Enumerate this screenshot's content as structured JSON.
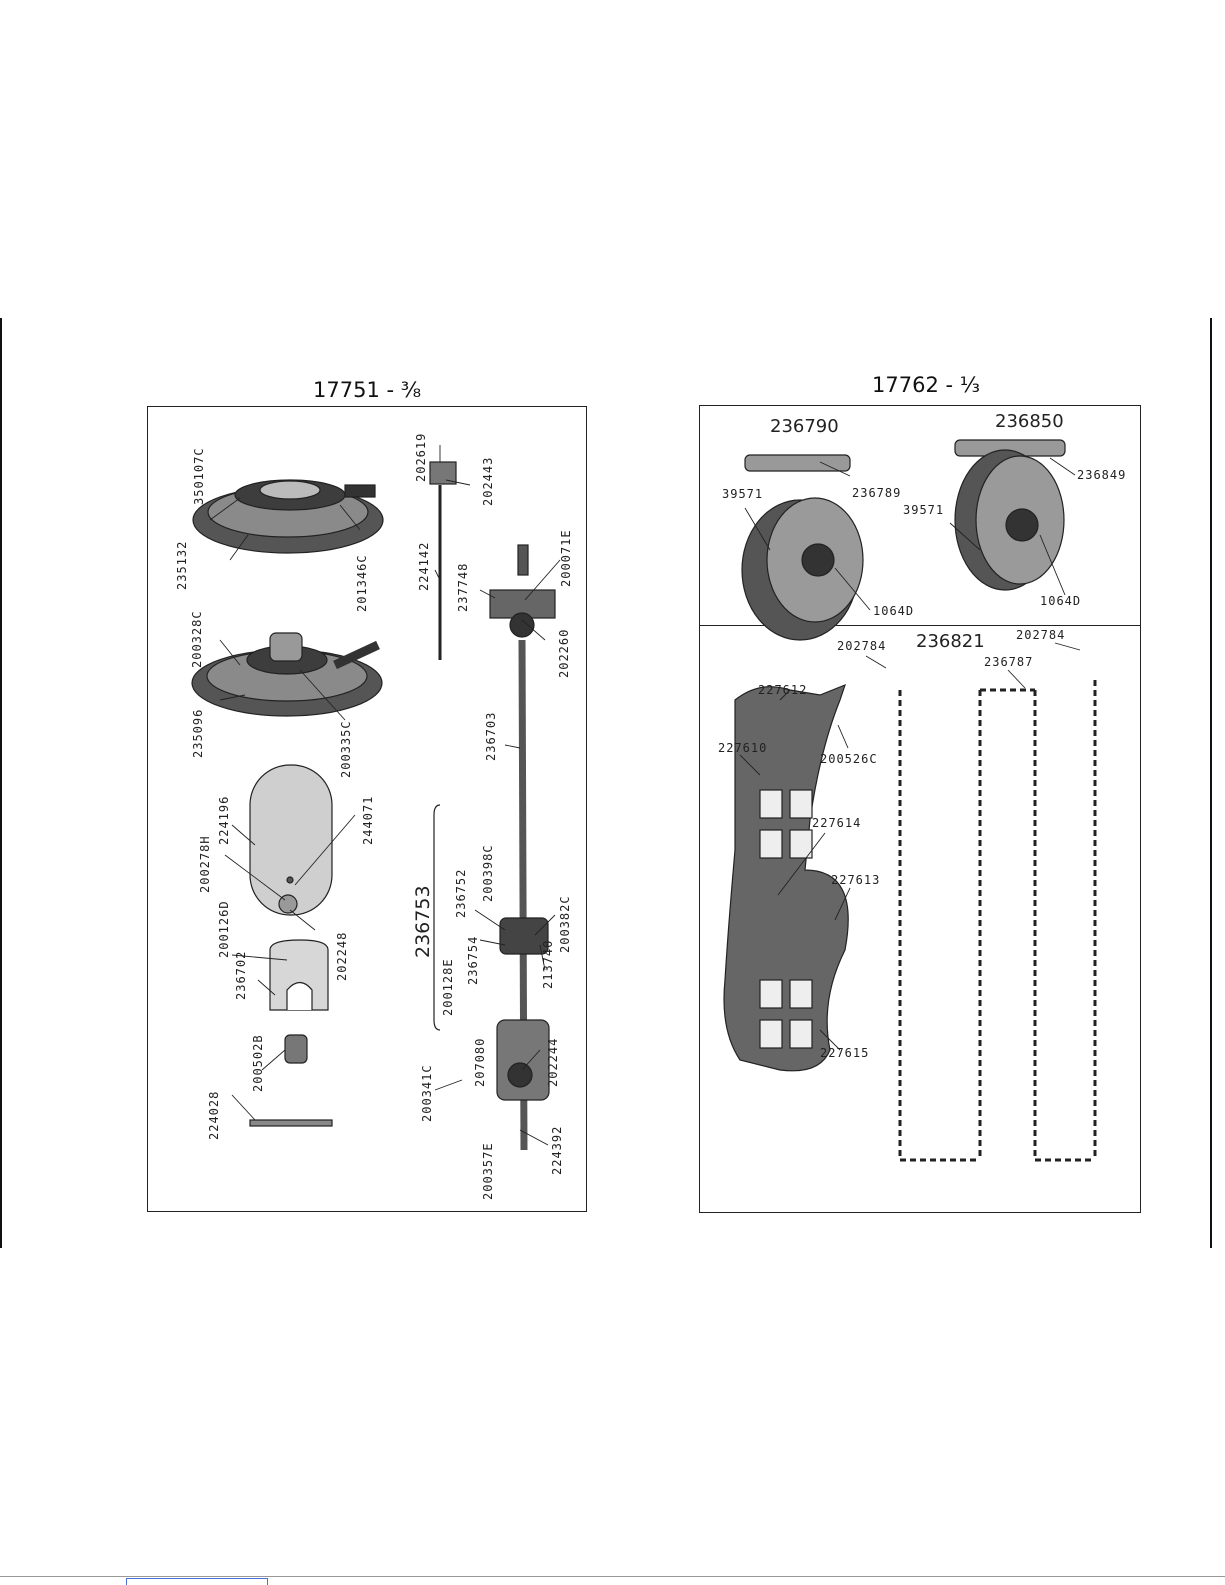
{
  "left_page": {
    "title": "17751 - ³⁄₈",
    "labels": {
      "l_350107C": "350107C",
      "l_235132": "235132",
      "l_201346C": "201346C",
      "l_200328C": "200328C",
      "l_235096": "235096",
      "l_200335C": "200335C",
      "l_224196": "224196",
      "l_200278H": "200278H",
      "l_244071": "244071",
      "l_202248": "202248",
      "l_200126D": "200126D",
      "l_236702": "236702",
      "l_200502B": "200502B",
      "l_224028": "224028",
      "l_202619": "202619",
      "l_202443": "202443",
      "l_224142": "224142",
      "l_237748": "237748",
      "l_200071E": "200071E",
      "l_202260": "202260",
      "l_236703": "236703",
      "l_236753": "236753",
      "l_236752": "236752",
      "l_200398C": "200398C",
      "l_200382C": "200382C",
      "l_236754": "236754",
      "l_213740": "213740",
      "l_200128E": "200128E",
      "l_207080": "207080",
      "l_202244": "202244",
      "l_200341C": "200341C",
      "l_224392": "224392",
      "l_200357E": "200357E"
    }
  },
  "right_page": {
    "title": "17762 - ¹⁄₃",
    "labels": {
      "l_236790": "236790",
      "l_236850": "236850",
      "l_236789": "236789",
      "l_236849": "236849",
      "l_39571_a": "39571",
      "l_39571_b": "39571",
      "l_1064D_a": "1064D",
      "l_1064D_b": "1064D",
      "l_202784_a": "202784",
      "l_236821": "236821",
      "l_202784_b": "202784",
      "l_236787": "236787",
      "l_227612": "227612",
      "l_227610": "227610",
      "l_200526C": "200526C",
      "l_227614": "227614",
      "l_227613": "227613",
      "l_227615": "227615"
    }
  }
}
